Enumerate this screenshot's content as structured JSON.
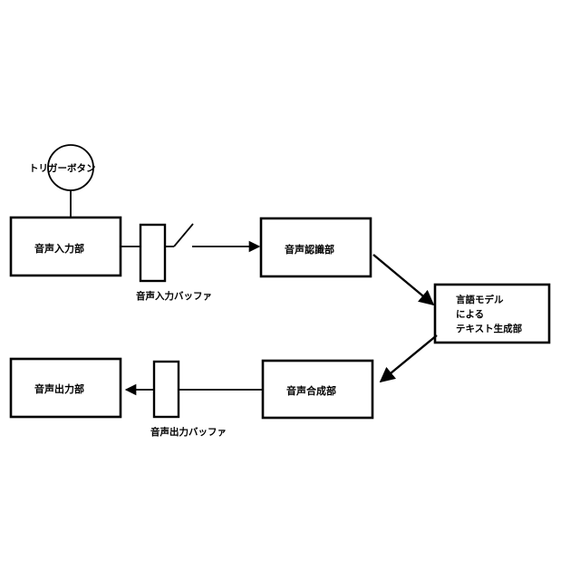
{
  "trigger_button": {
    "label": "トリガーボタン"
  },
  "voice_input": {
    "label": "音声入力部"
  },
  "input_buffer": {
    "label": "音声入力バッファ"
  },
  "speech_recognition": {
    "label": "音声認識部"
  },
  "text_generation": {
    "lines": [
      "言語モデル",
      "による",
      "テキスト生成部"
    ]
  },
  "speech_synthesis": {
    "label": "音声合成部"
  },
  "output_buffer": {
    "label": "音声出力バッファ"
  },
  "voice_output": {
    "label": "音声出力部"
  }
}
